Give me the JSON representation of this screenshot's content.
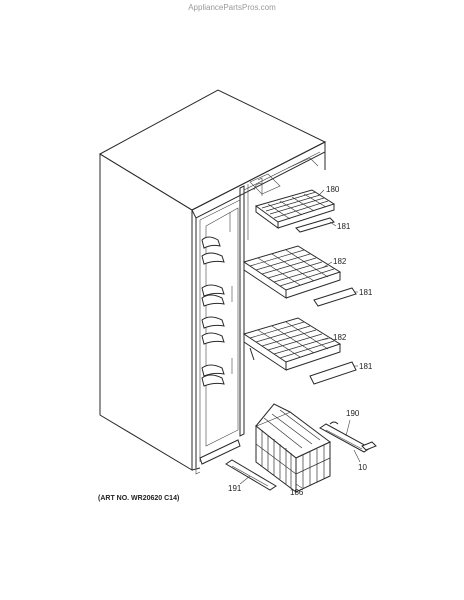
{
  "watermark": "AppliancePartsPros.com",
  "art_number": "(ART NO. WR20620 C14)",
  "callouts": {
    "c180": "180",
    "c181a": "181",
    "c182a": "182",
    "c181b": "181",
    "c182b": "182",
    "c181c": "181",
    "c190": "190",
    "c10": "10",
    "c191": "191",
    "c186": "186"
  }
}
